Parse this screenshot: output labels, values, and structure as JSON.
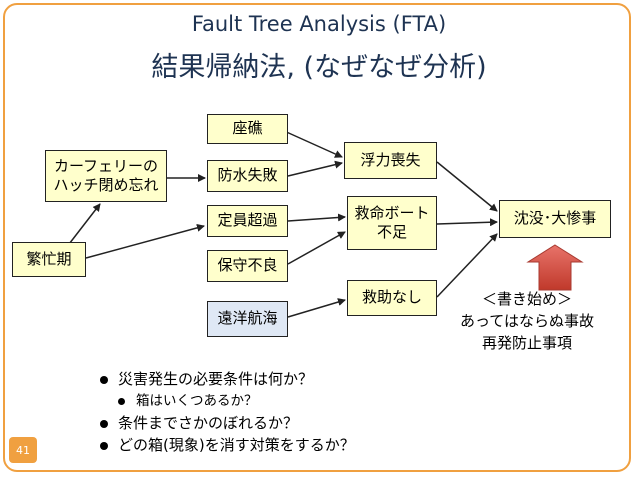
{
  "title": "Fault Tree Analysis (FTA)",
  "subtitle": "結果帰納法, (なぜなぜ分析)",
  "nodes": {
    "busy": "繁忙期",
    "hatch_line1": "カーフェリーの",
    "hatch_line2": "ハッチ閉め忘れ",
    "grounding": "座礁",
    "waterproof": "防水失敗",
    "overcapacity": "定員超過",
    "maintenance": "保守不良",
    "ocean": "遠洋航海",
    "buoyancy": "浮力喪失",
    "lifeboat_line1": "救命ボート",
    "lifeboat_line2": "不足",
    "no_rescue": "救助なし",
    "disaster": "沈没･大惨事"
  },
  "note": {
    "line1": "＜書き始め＞",
    "line2": "あってはならぬ事故",
    "line3": "再発防止事項"
  },
  "bullets": [
    "災害発生の必要条件は何か？",
    "箱はいくつあるか？",
    "条件までさかのぼれるか？",
    "どの箱(現象)を消す対策をするか？"
  ],
  "page_number": "41",
  "colors": {
    "frame": "#f0a040",
    "title": "#1e3352",
    "box_yellow": "#ffffcc",
    "box_blue": "#dfe8f5",
    "up_arrow": "#d9534f"
  }
}
